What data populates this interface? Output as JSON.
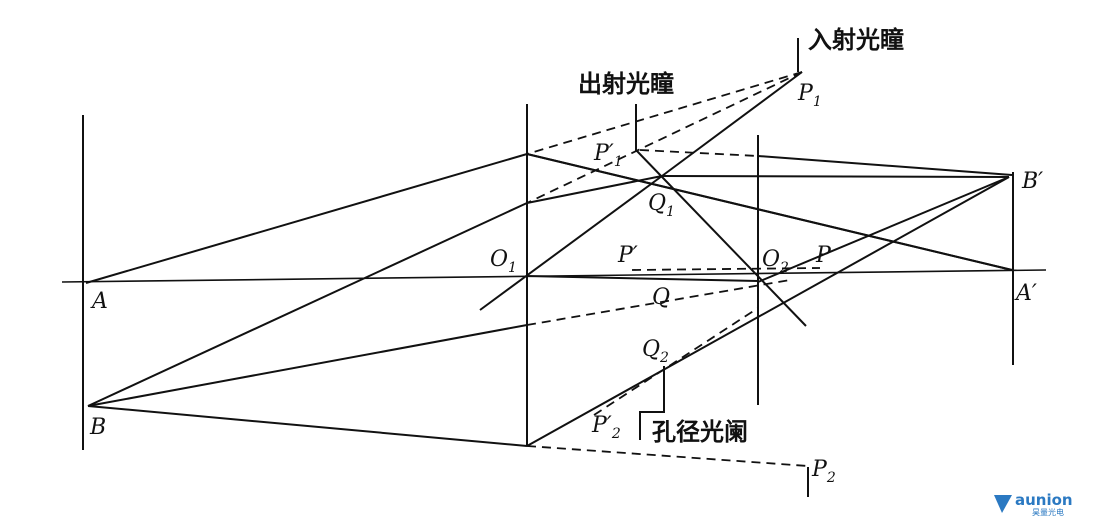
{
  "diagram": {
    "point_labels": {
      "A": "A",
      "A_prime": "A′",
      "B": "B",
      "B_prime": "B′",
      "O": "O",
      "O1_sub": "1",
      "O2_sub": "2",
      "P": "P",
      "P_prime": "P′",
      "P1": "P",
      "P1_sub": "1",
      "P1_prime": "P′",
      "P1_prime_sub": "1",
      "P2": "P",
      "P2_sub": "2",
      "P2_prime": "P′",
      "P2_prime_sub": "2",
      "Q": "Q",
      "Q1": "Q",
      "Q1_sub": "1",
      "Q2": "Q",
      "Q2_sub": "2"
    },
    "captions": {
      "entrance_pupil": "入射光瞳",
      "exit_pupil": "出射光瞳",
      "aperture_stop": "孔径光阑"
    }
  },
  "watermark": {
    "brand": "aunion",
    "brand_sub": "昊量光电",
    "color": "#2b79c2"
  }
}
